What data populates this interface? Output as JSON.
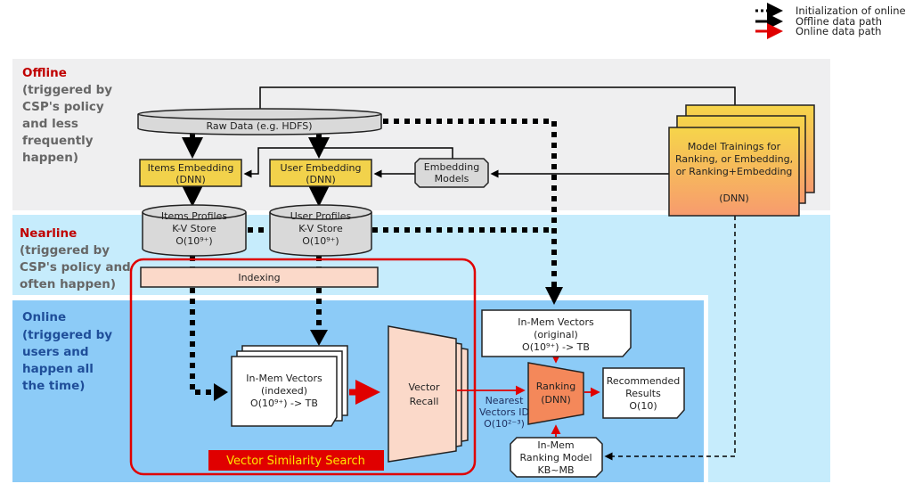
{
  "legend": {
    "init": "Initialization of online",
    "offline": "Offline data path",
    "online": "Online data path"
  },
  "bands": {
    "offline": {
      "title": "Offline",
      "lines": [
        "(triggered by",
        "CSP's policy",
        "and less",
        "frequently",
        "happen)"
      ]
    },
    "nearline": {
      "title": "Nearline",
      "lines": [
        "(triggered by",
        "CSP's policy and",
        "often happen)"
      ]
    },
    "online": {
      "title": "Online",
      "lines": [
        "(triggered by",
        "users and",
        "happen all",
        "the time)"
      ]
    }
  },
  "nodes": {
    "raw_data": "Raw Data (e.g. HDFS)",
    "items_embedding": [
      "Items Embedding",
      "(DNN)"
    ],
    "user_embedding": [
      "User Embedding",
      "(DNN)"
    ],
    "embedding_models": [
      "Embedding",
      "Models"
    ],
    "model_trainings": [
      "Model Trainings for",
      "Ranking, or Embedding,",
      "or Ranking+Embedding",
      "(DNN)"
    ],
    "items_profiles": [
      "Items Profiles",
      "K-V Store",
      "O(10⁹⁺)"
    ],
    "user_profiles": [
      "User Profiles",
      "K-V Store",
      "O(10⁹⁺)"
    ],
    "indexing": "Indexing",
    "inmem_indexed": [
      "In-Mem Vectors",
      "(indexed)",
      "O(10⁹⁺) -> TB"
    ],
    "vector_recall": [
      "Vector",
      "Recall"
    ],
    "nearest": [
      "Nearest",
      "Vectors ID",
      "O(10²⁻³)"
    ],
    "vector_similarity_search": "Vector Similarity Search",
    "inmem_original": [
      "In-Mem Vectors",
      "(original)",
      "O(10⁹⁺) -> TB"
    ],
    "ranking": [
      "Ranking",
      "(DNN)"
    ],
    "recommended": [
      "Recommended",
      "Results",
      "O(10)"
    ],
    "ranking_model": [
      "In-Mem",
      "Ranking Model",
      "KB~MB"
    ]
  },
  "colors": {
    "offline_title": "#c00000",
    "online_title": "#1f4e99",
    "online_path": "#e00000",
    "embedding_fill": "#f2d24b",
    "ranking_fill": "#f4885a"
  }
}
